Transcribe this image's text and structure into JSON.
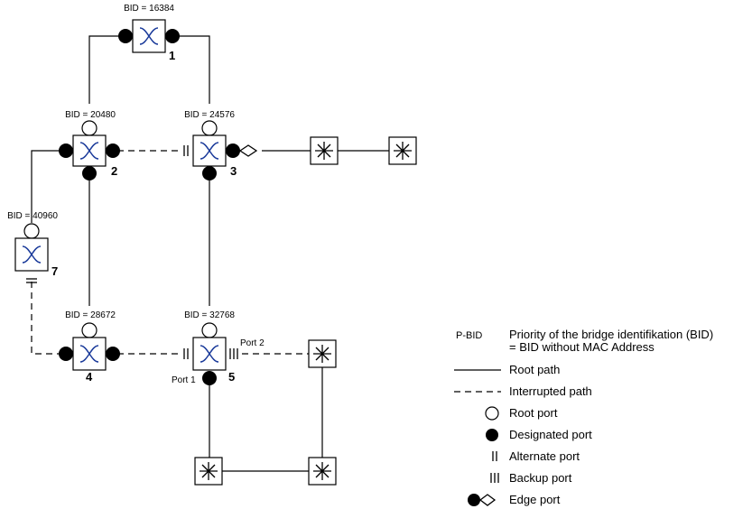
{
  "bridges": [
    {
      "id": "bridge-1",
      "bid_label": "BID = 16384",
      "number": "1"
    },
    {
      "id": "bridge-2",
      "bid_label": "BID = 20480",
      "number": "2"
    },
    {
      "id": "bridge-3",
      "bid_label": "BID = 24576",
      "number": "3"
    },
    {
      "id": "bridge-4",
      "bid_label": "BID = 28672",
      "number": "4"
    },
    {
      "id": "bridge-5",
      "bid_label": "BID = 32768",
      "number": "5"
    },
    {
      "id": "bridge-7",
      "bid_label": "BID = 40960",
      "number": "7"
    }
  ],
  "port_labels": {
    "port1": "Port 1",
    "port2": "Port 2"
  },
  "legend": {
    "pbid_abbr": "P-BID",
    "pbid_line1": "Priority of the bridge identifikation (BID)",
    "pbid_line2": "= BID without MAC Address",
    "root_path": "Root path",
    "interrupted_path": "Interrupted path",
    "root_port": "Root port",
    "designated_port": "Designated port",
    "alternate_port": "Alternate port",
    "backup_port": "Backup port",
    "edge_port": "Edge port"
  },
  "colors": {
    "line": "#000000",
    "bridge_symbol": "#1a3a9a"
  },
  "icons": {
    "bridge": "bridge-switch-icon",
    "end_device": "asterisk-device-icon"
  }
}
